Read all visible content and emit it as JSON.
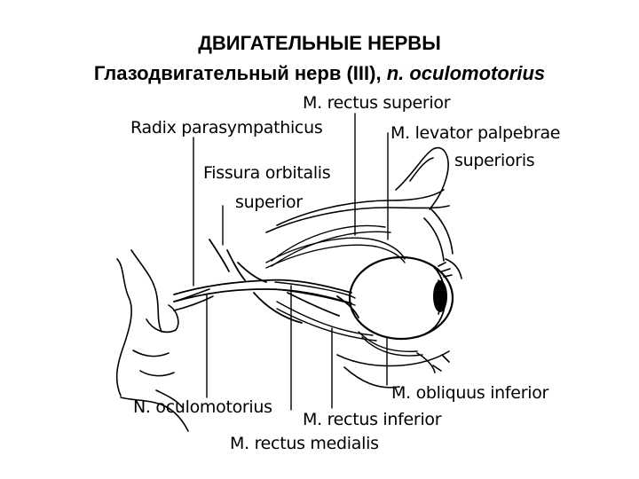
{
  "header": {
    "title": "ДВИГАТЕЛЬНЫЕ НЕРВЫ",
    "subtitle_main": "Глазодвигательный нерв (III), ",
    "subtitle_latin": "n. oculomotorius"
  },
  "labels": {
    "rectus_superior": "M. rectus superior",
    "radix": "Radix parasympathicus",
    "levator_1": "M. levator palpebrae",
    "levator_2": "superioris",
    "fissura_1": "Fissura orbitalis",
    "fissura_2": "superior",
    "oculomotorius": "N. oculomotorius",
    "obliquus_inferior": "M. obliquus inferior",
    "rectus_inferior": "M. rectus inferior",
    "rectus_medialis": "M. rectus medialis"
  }
}
